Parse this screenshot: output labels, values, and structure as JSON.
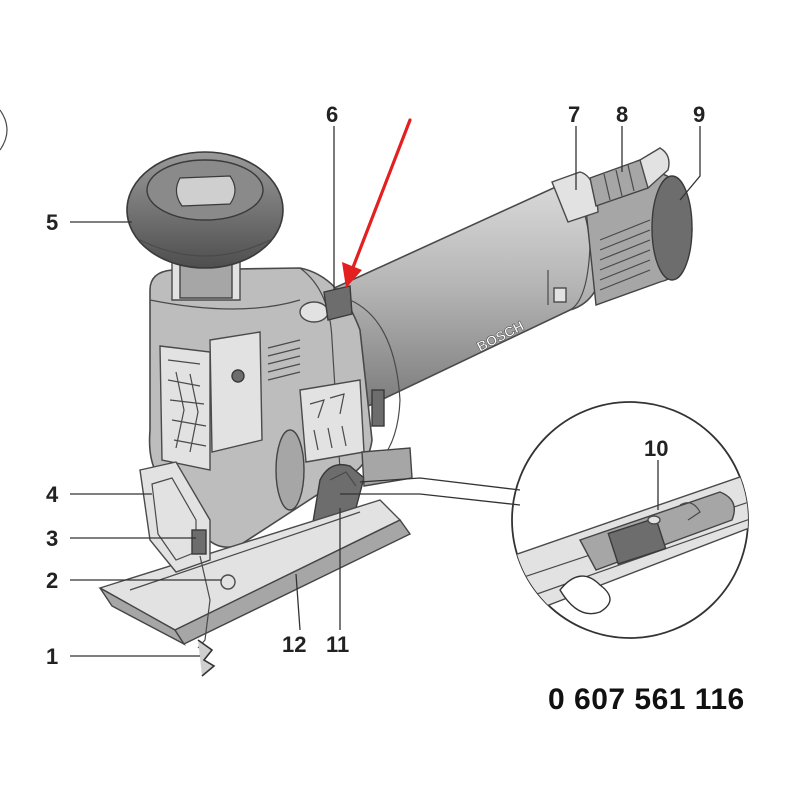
{
  "figure": {
    "brand_label": "BOSCH",
    "part_number": "0 607 561 116",
    "arrow_color": "#e41f1f",
    "callouts": [
      {
        "id": "c1",
        "label": "1"
      },
      {
        "id": "c2",
        "label": "2"
      },
      {
        "id": "c3",
        "label": "3"
      },
      {
        "id": "c4",
        "label": "4"
      },
      {
        "id": "c5",
        "label": "5"
      },
      {
        "id": "c6",
        "label": "6"
      },
      {
        "id": "c7",
        "label": "7"
      },
      {
        "id": "c8",
        "label": "8"
      },
      {
        "id": "c9",
        "label": "9"
      },
      {
        "id": "c10",
        "label": "10"
      },
      {
        "id": "c11",
        "label": "11"
      },
      {
        "id": "c12",
        "label": "12"
      }
    ]
  }
}
